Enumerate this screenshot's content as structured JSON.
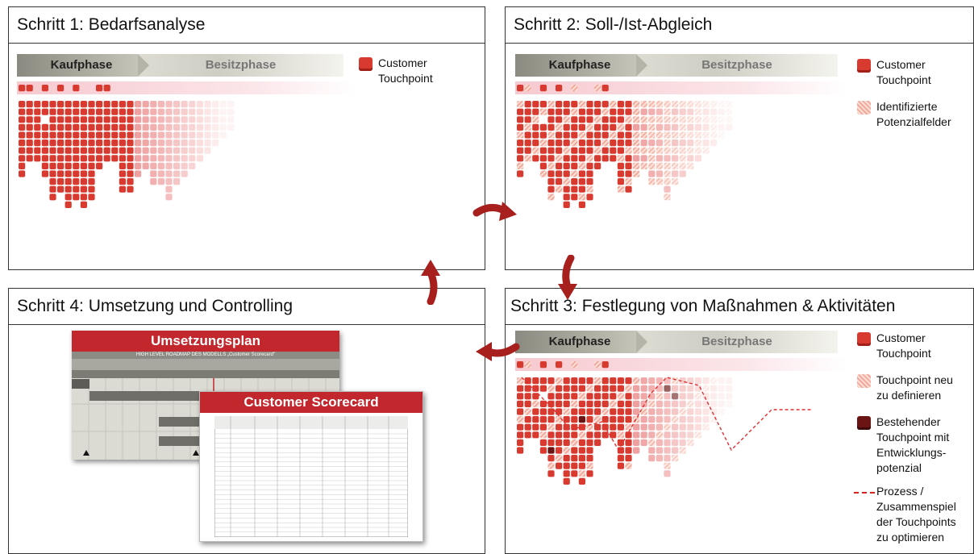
{
  "panels": {
    "s1": {
      "title": "Schritt 1: Bedarfsanalyse"
    },
    "s2": {
      "title": "Schritt 2: Soll-/Ist-Abgleich"
    },
    "s3": {
      "title": "Schritt 3: Festlegung von Maßnahmen & Aktivitäten"
    },
    "s4": {
      "title": "Schritt 4: Umsetzung und Controlling"
    }
  },
  "phases": {
    "kauf": "Kaufphase",
    "besitz": "Besitzphase"
  },
  "legend": {
    "touchpoint": "Customer Touchpoint",
    "identified": "Identifizierte Potenzialfelder",
    "new": "Touchpoint neu zu definieren",
    "existing": "Bestehender Touchpoint mit Entwicklungs-potenzial",
    "process": "Prozess / Zusammenspiel der Touchpoints zu optimieren"
  },
  "docs": {
    "plan_title": "Umsetzungsplan",
    "plan_subtitle": "HIGH LEVEL ROADMAP DES MODELLS „Customer Scorecard\"",
    "scorecard_title": "Customer Scorecard"
  },
  "colors": {
    "touchpoint": "#d93a30",
    "hatch": "#f2a99b",
    "dark": "#6b1414",
    "accent": "#c1272d"
  }
}
